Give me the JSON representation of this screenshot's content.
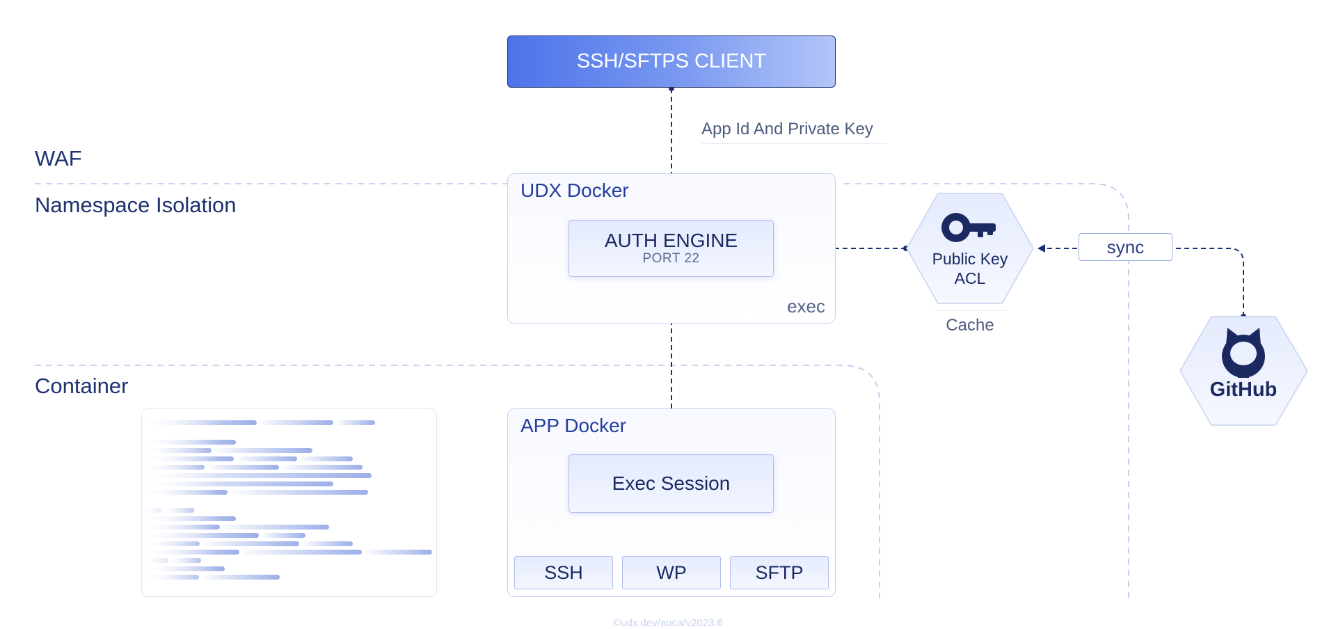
{
  "zones": {
    "waf": "WAF",
    "namespace_isolation": "Namespace Isolation",
    "container": "Container"
  },
  "client": {
    "label": "SSH/SFTPS CLIENT"
  },
  "edge_labels": {
    "credentials": "App Id And Private Key",
    "sync": "sync",
    "cache": "Cache"
  },
  "udx_docker": {
    "title": "UDX Docker",
    "tag": "exec",
    "auth_engine": {
      "title": "AUTH ENGINE",
      "subtitle": "PORT 22"
    }
  },
  "app_docker": {
    "title": "APP Docker",
    "exec_session": "Exec Session",
    "protocols": [
      "SSH",
      "WP",
      "SFTP"
    ]
  },
  "public_key_acl": {
    "line1": "Public Key",
    "line2": "ACL"
  },
  "github": {
    "label": "GitHub"
  },
  "footer": "©udx.dev/aoca/v2023.6",
  "colors": {
    "accent_navy": "#1a2e78",
    "client_gradient_start": "#4c73ea",
    "client_gradient_end": "#b3c5f8",
    "boundary_dashed": "#b7c5ee",
    "panel_border": "#c6d2f0"
  },
  "icons": {
    "key": "key-icon",
    "github": "github-icon",
    "arrow": "arrow-head"
  }
}
